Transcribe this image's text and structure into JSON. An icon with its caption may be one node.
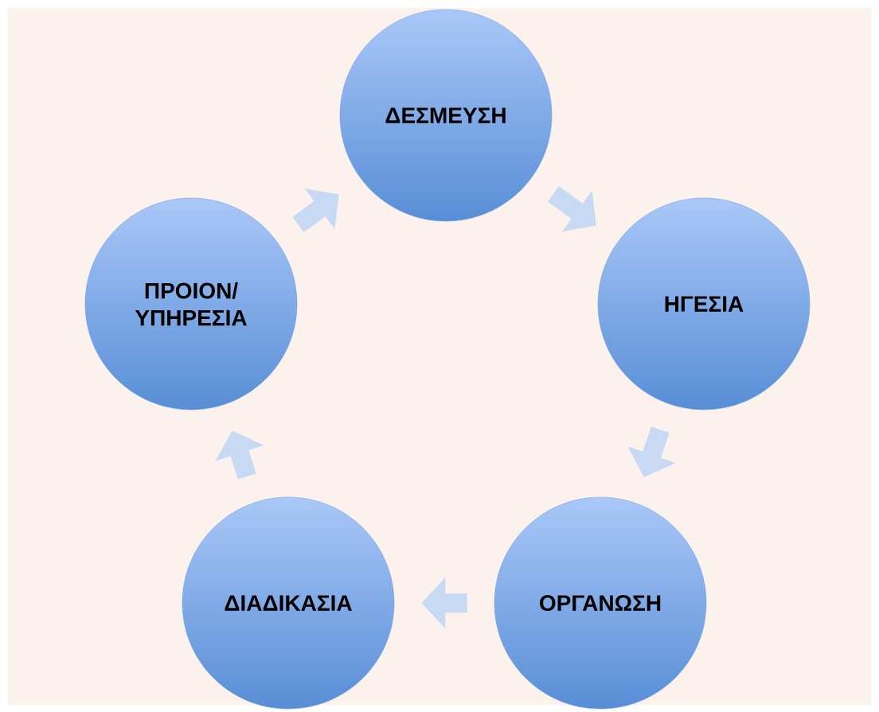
{
  "diagram": {
    "nodes": [
      {
        "text": [
          "ΔΕΣΜΕΥΣΗ"
        ]
      },
      {
        "text": [
          "ΗΓΕΣΙΑ"
        ]
      },
      {
        "text": [
          "ΟΡΓΑΝΩΣΗ"
        ]
      },
      {
        "text": [
          "ΔΙΑΔΙΚΑΣΙΑ"
        ]
      },
      {
        "text": [
          "ΠΡΟΙΟΝ/ ΥΠΗΡΕΣΙΑ"
        ]
      }
    ],
    "edges": [
      {
        "from": 0,
        "to": 1,
        "arrow": "to"
      },
      {
        "from": 1,
        "to": 2,
        "arrow": "to"
      },
      {
        "from": 2,
        "to": 3,
        "arrow": "to"
      },
      {
        "from": 3,
        "to": 4,
        "arrow": "to"
      },
      {
        "from": 4,
        "to": 0,
        "arrow": "to"
      }
    ]
  }
}
